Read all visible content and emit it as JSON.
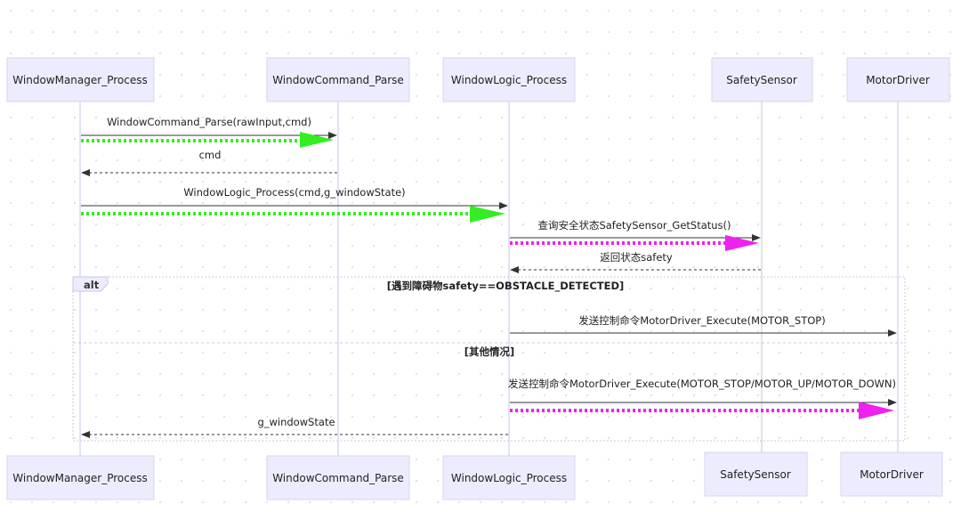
{
  "colors": {
    "green_flow": "#33ee22",
    "magenta_flow": "#ee22ee",
    "actor_fill": "#ececfe"
  },
  "participants": [
    {
      "id": "wm",
      "label": "WindowManager_Process"
    },
    {
      "id": "wc",
      "label": "WindowCommand_Parse"
    },
    {
      "id": "wl",
      "label": "WindowLogic_Process"
    },
    {
      "id": "ss",
      "label": "SafetySensor"
    },
    {
      "id": "md",
      "label": "MotorDriver"
    }
  ],
  "messages": [
    {
      "label": "WindowCommand_Parse(rawInput,cmd)"
    },
    {
      "label": "cmd"
    },
    {
      "label": "WindowLogic_Process(cmd,g_windowState)"
    },
    {
      "label": "查询安全状态SafetySensor_GetStatus()"
    },
    {
      "label": "返回状态safety"
    },
    {
      "label": "发送控制命令MotorDriver_Execute(MOTOR_STOP)"
    },
    {
      "label": "发送控制命令MotorDriver_Execute(MOTOR_STOP/MOTOR_UP/MOTOR_DOWN)"
    },
    {
      "label": "g_windowState"
    }
  ],
  "alt_frame": {
    "keyword": "alt",
    "condition_1": "[遇到障碍物safety==OBSTACLE_DETECTED]",
    "condition_2": "[其他情况]"
  }
}
